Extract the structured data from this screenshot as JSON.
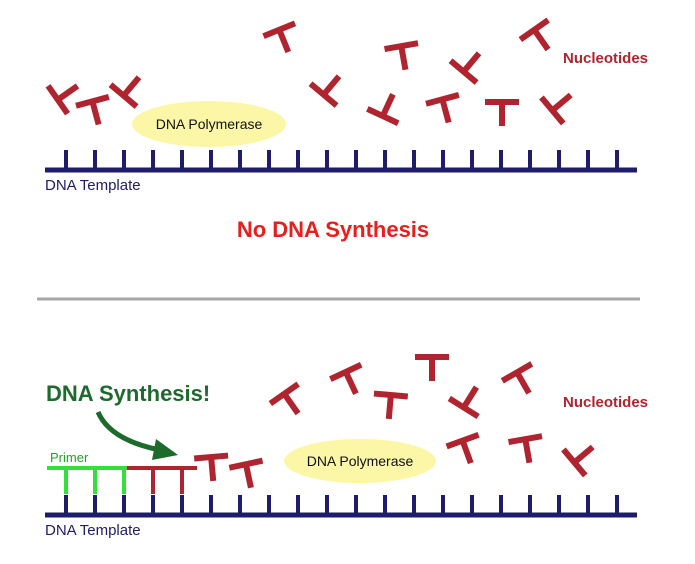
{
  "panels": {
    "top": {
      "nucleotides_label": "Nucleotides",
      "polymerase_label": "DNA Polymerase",
      "template_label": "DNA Template",
      "result_label": "No DNA Synthesis"
    },
    "bottom": {
      "nucleotides_label": "Nucleotides",
      "polymerase_label": "DNA Polymerase",
      "template_label": "DNA Template",
      "primer_label": "Primer",
      "result_label": "DNA Synthesis!"
    }
  },
  "colors": {
    "template": "#1f1c6b",
    "nucleotide": "#b0242f",
    "primer": "#33e03a",
    "polymerase_fill": "#fbf7a6",
    "no_synthesis_text": "#e8201c",
    "synthesis_text": "#1d6b2c",
    "divider": "#a6a6a6"
  }
}
